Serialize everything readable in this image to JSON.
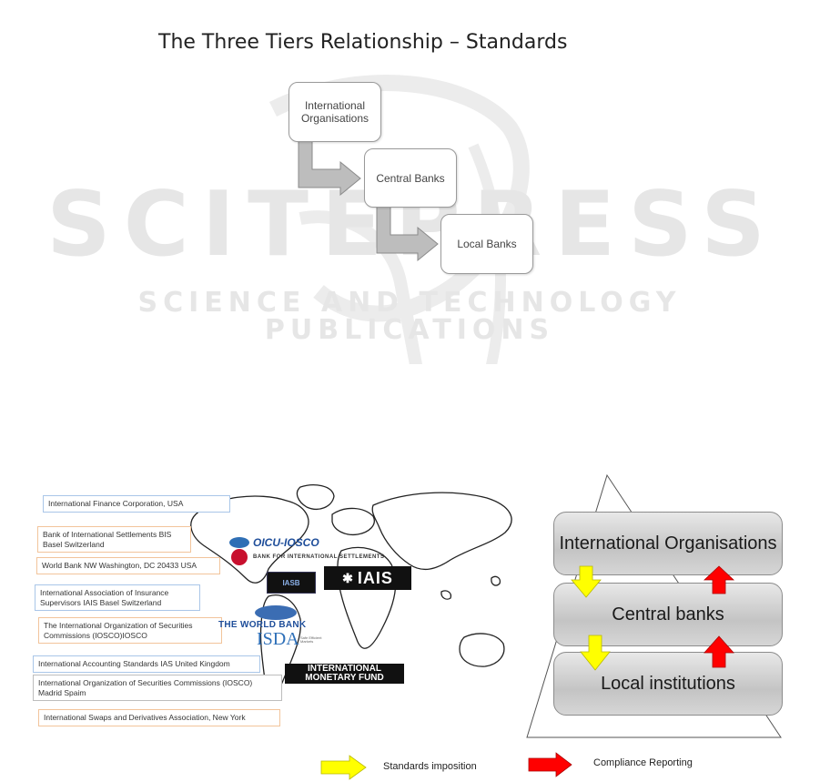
{
  "watermark": {
    "main": "SCITEPRESS",
    "sub": "SCIENCE AND TECHNOLOGY PUBLICATIONS"
  },
  "top_diagram": {
    "title": "The Three Tiers Relationship – Standards",
    "tiers": [
      "International Organisations",
      "Central Banks",
      "Local Banks"
    ]
  },
  "organisations": [
    "International Finance Corporation, USA",
    "Bank of International Settlements BIS Basel Switzerland",
    "World Bank  NW Washington, DC 20433  USA",
    "International Association of Insurance Supervisors IAIS Basel  Switzerland",
    "The International Organization of Securities Commissions (IOSCO)IOSCO",
    "International Accounting Standards IAS United Kingdom",
    "International Organization of Securities Commissions (IOSCO) Madrid Spaim",
    "International Swaps and Derivatives Association, New York"
  ],
  "logos": {
    "iosco": "OICU-IOSCO",
    "bis": "BANK FOR INTERNATIONAL SETTLEMENTS",
    "iasb": "IASB",
    "iais": "IAIS",
    "worldbank": "THE WORLD BANK",
    "isda": "ISDA",
    "isda_tag": "Safe Efficient Markets",
    "imf": "INTERNATIONAL MONETARY FUND"
  },
  "pyramid": {
    "levels": [
      "International Organisations",
      "Central banks",
      "Local institutions"
    ]
  },
  "legend": {
    "yellow_label": "Standards imposition",
    "red_label": "Compliance Reporting"
  },
  "colors": {
    "standards_arrow": "#ffff00",
    "compliance_arrow": "#ff0000",
    "flow_arrow": "#bdbdbd"
  }
}
